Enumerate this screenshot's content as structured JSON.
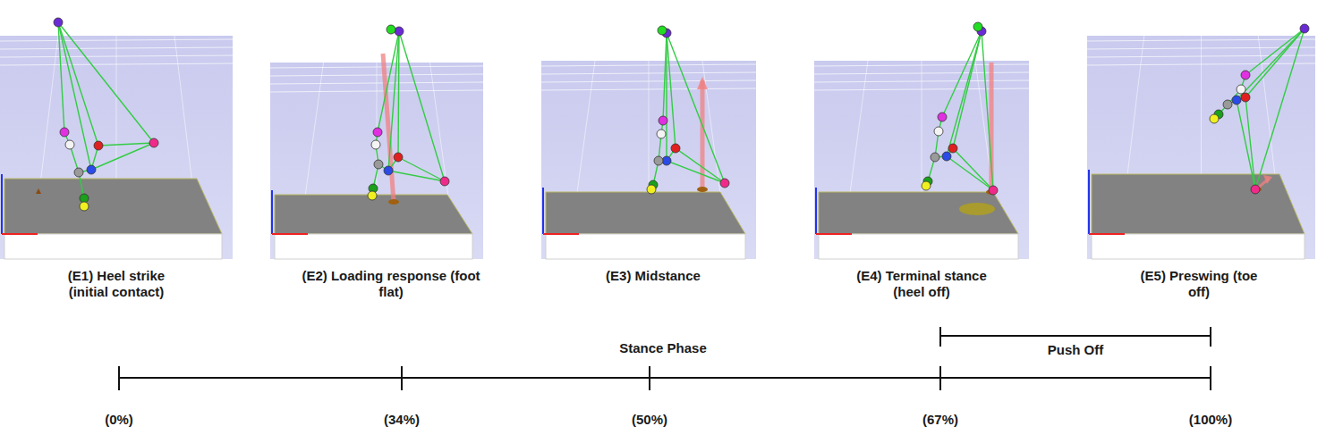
{
  "diagram": {
    "labels": [
      "(E1) Heel strike (initial contact)",
      "(E2) Loading response (foot flat)",
      "(E3) Midstance",
      "(E4) Terminal stance (heel off)",
      "(E5) Preswing (toe off)",
      "Stance Phase",
      "Push Off",
      "(0%)",
      "(34%)",
      "(50%)",
      "(67%)",
      "(100%)"
    ]
  }
}
